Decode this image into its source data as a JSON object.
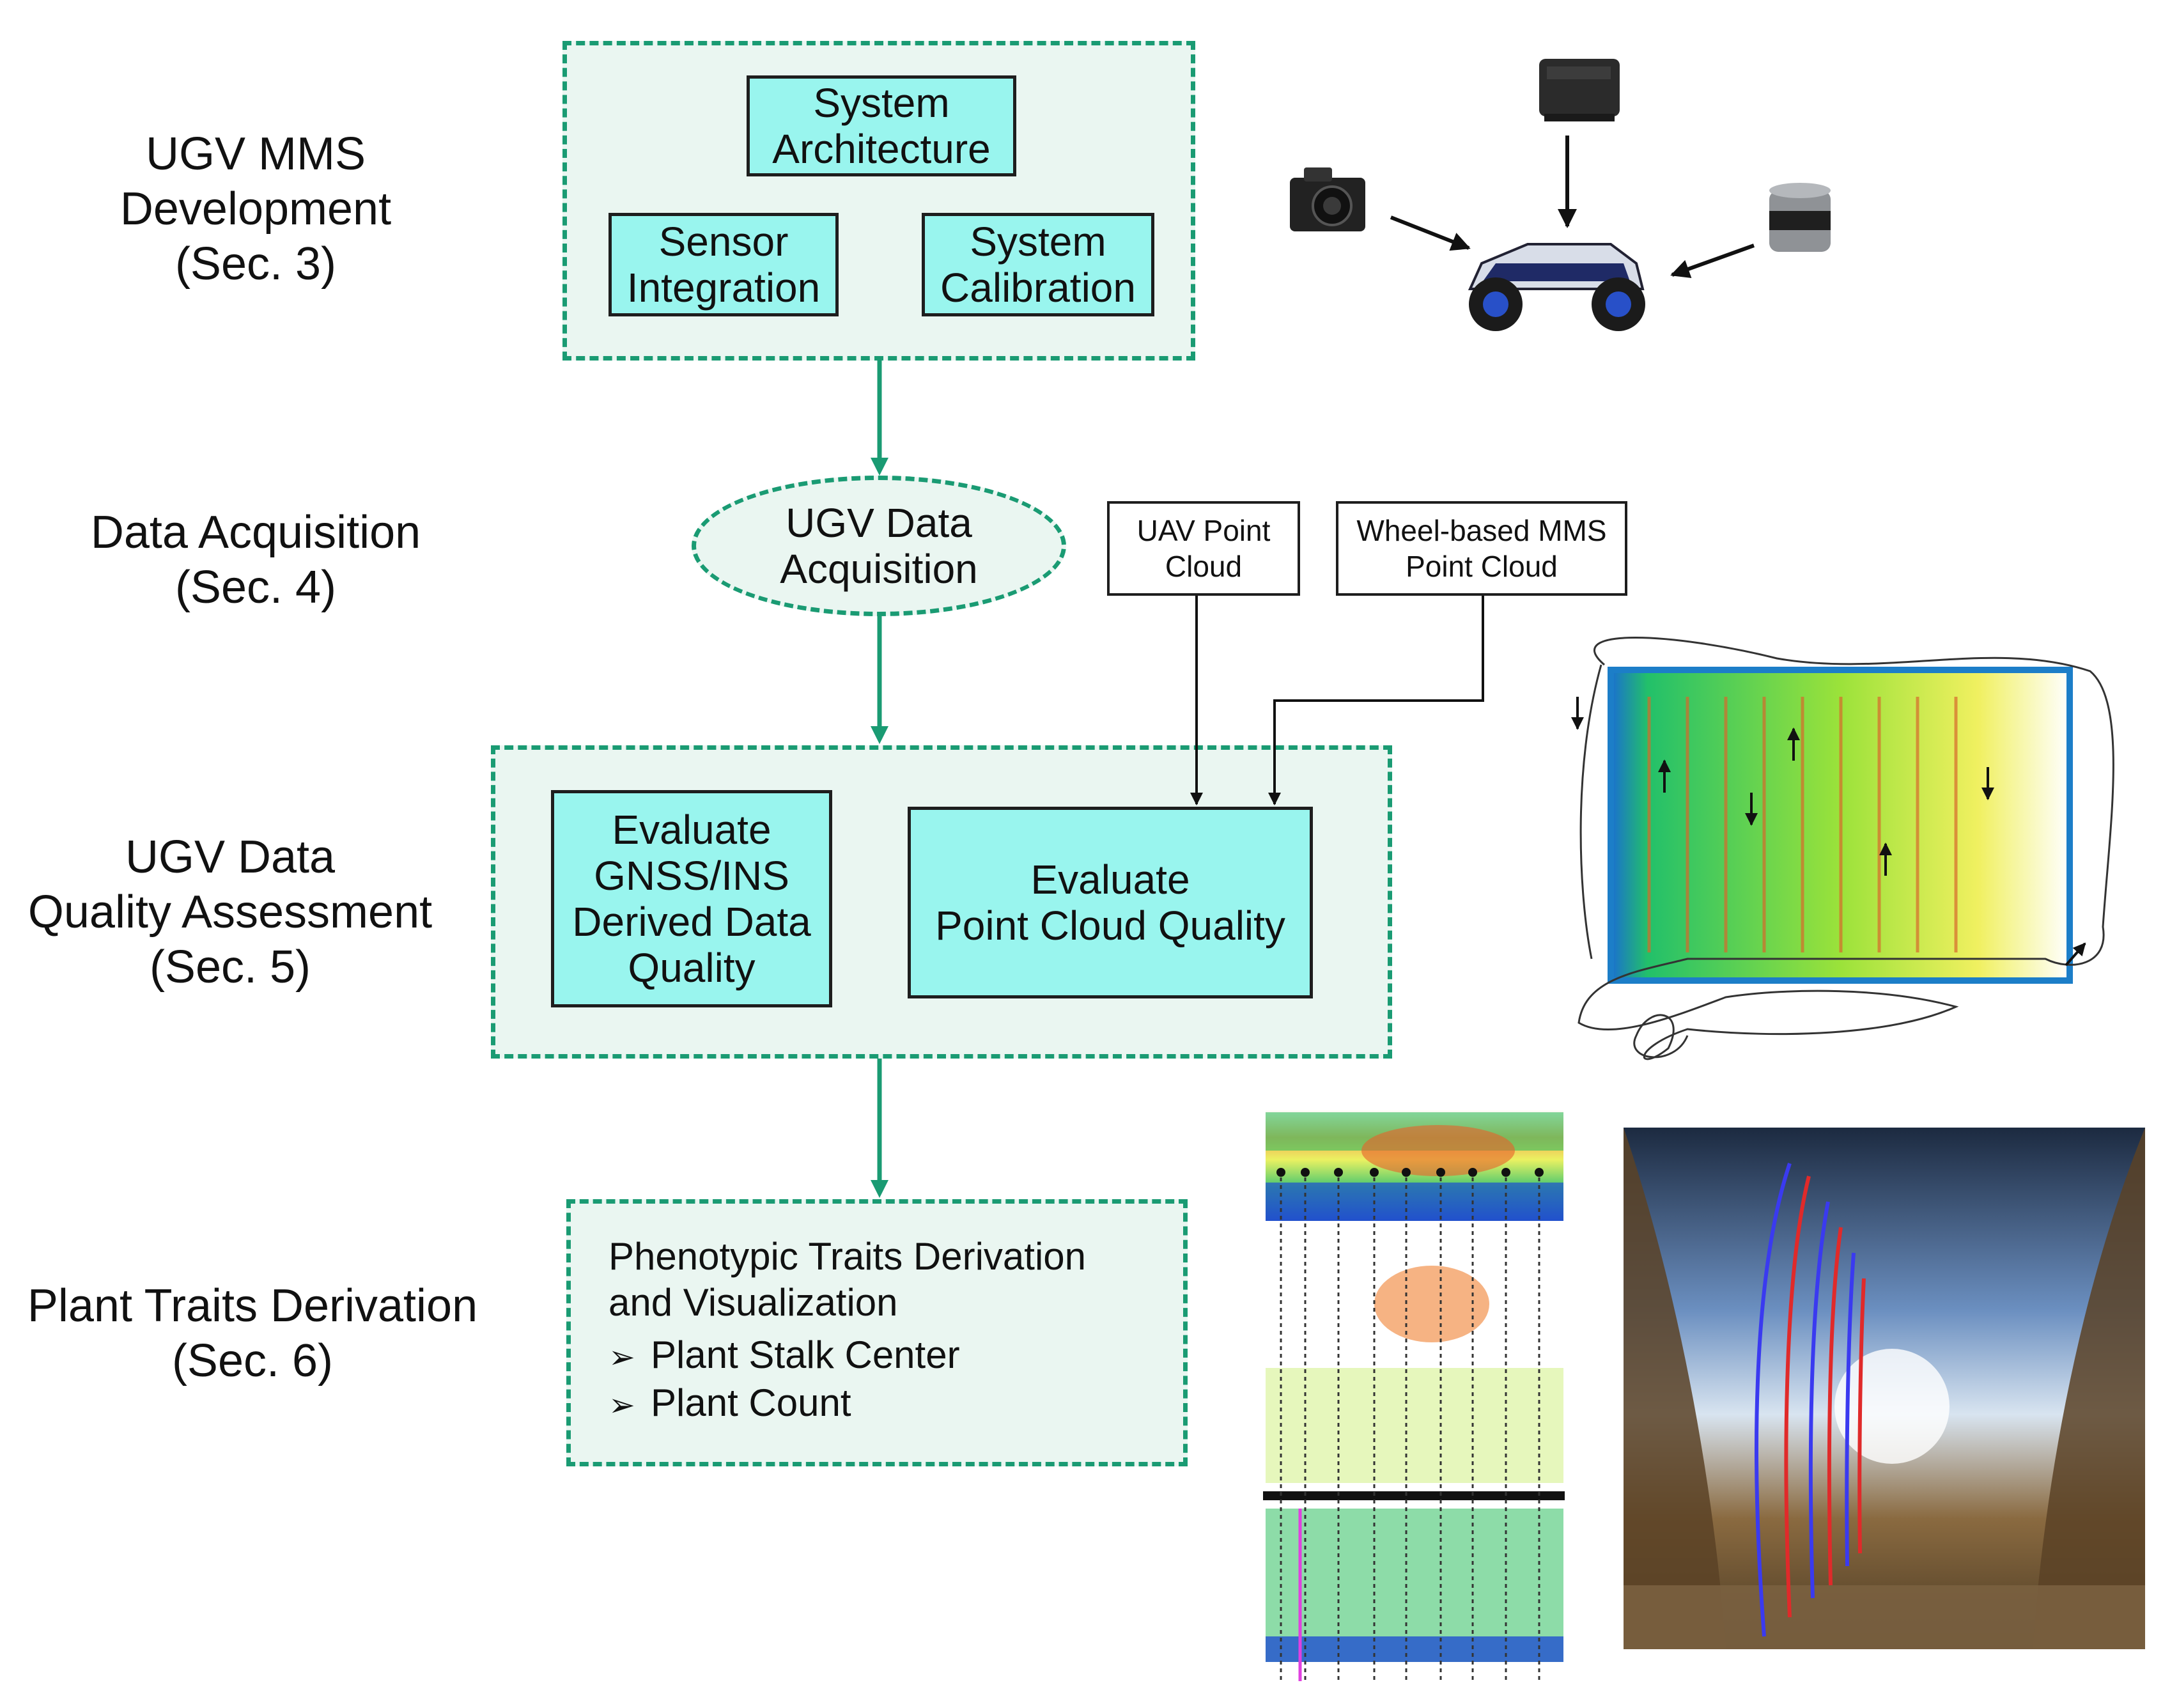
{
  "stages": [
    {
      "line1": "UGV MMS",
      "line2": "Development",
      "line3": "(Sec. 3)"
    },
    {
      "line1": "Data Acquisition",
      "line2": "(Sec. 4)"
    },
    {
      "line1": "UGV Data",
      "line2": "Quality Assessment",
      "line3": "(Sec. 5)"
    },
    {
      "line1": "Plant Traits Derivation",
      "line2": "(Sec. 6)"
    }
  ],
  "development": {
    "architecture": {
      "line1": "System",
      "line2": "Architecture"
    },
    "sensor": {
      "line1": "Sensor",
      "line2": "Integration"
    },
    "calibration": {
      "line1": "System",
      "line2": "Calibration"
    }
  },
  "acquisition": {
    "line1": "UGV Data",
    "line2": "Acquisition"
  },
  "external": {
    "uav": {
      "line1": "UAV Point",
      "line2": "Cloud"
    },
    "wheel": {
      "line1": "Wheel-based MMS",
      "line2": "Point Cloud"
    }
  },
  "quality": {
    "gnss": {
      "line1": "Evaluate",
      "line2": "GNSS/INS",
      "line3": "Derived Data",
      "line4": "Quality"
    },
    "pointcloud": {
      "line1": "Evaluate",
      "line2": "Point Cloud Quality"
    }
  },
  "traits": {
    "line1": "Phenotypic Traits Derivation",
    "line2": "and Visualization",
    "bullet_marker": "➢",
    "items": [
      "Plant Stalk Center",
      "Plant Count"
    ]
  },
  "colors": {
    "flow": "#1a9b73",
    "panel_fill": "#eaf6f1",
    "box_fill": "#99f5ee"
  },
  "icons": [
    "camera-icon",
    "gnss-ins-unit-icon",
    "lidar-icon",
    "ugv-vehicle-icon"
  ]
}
